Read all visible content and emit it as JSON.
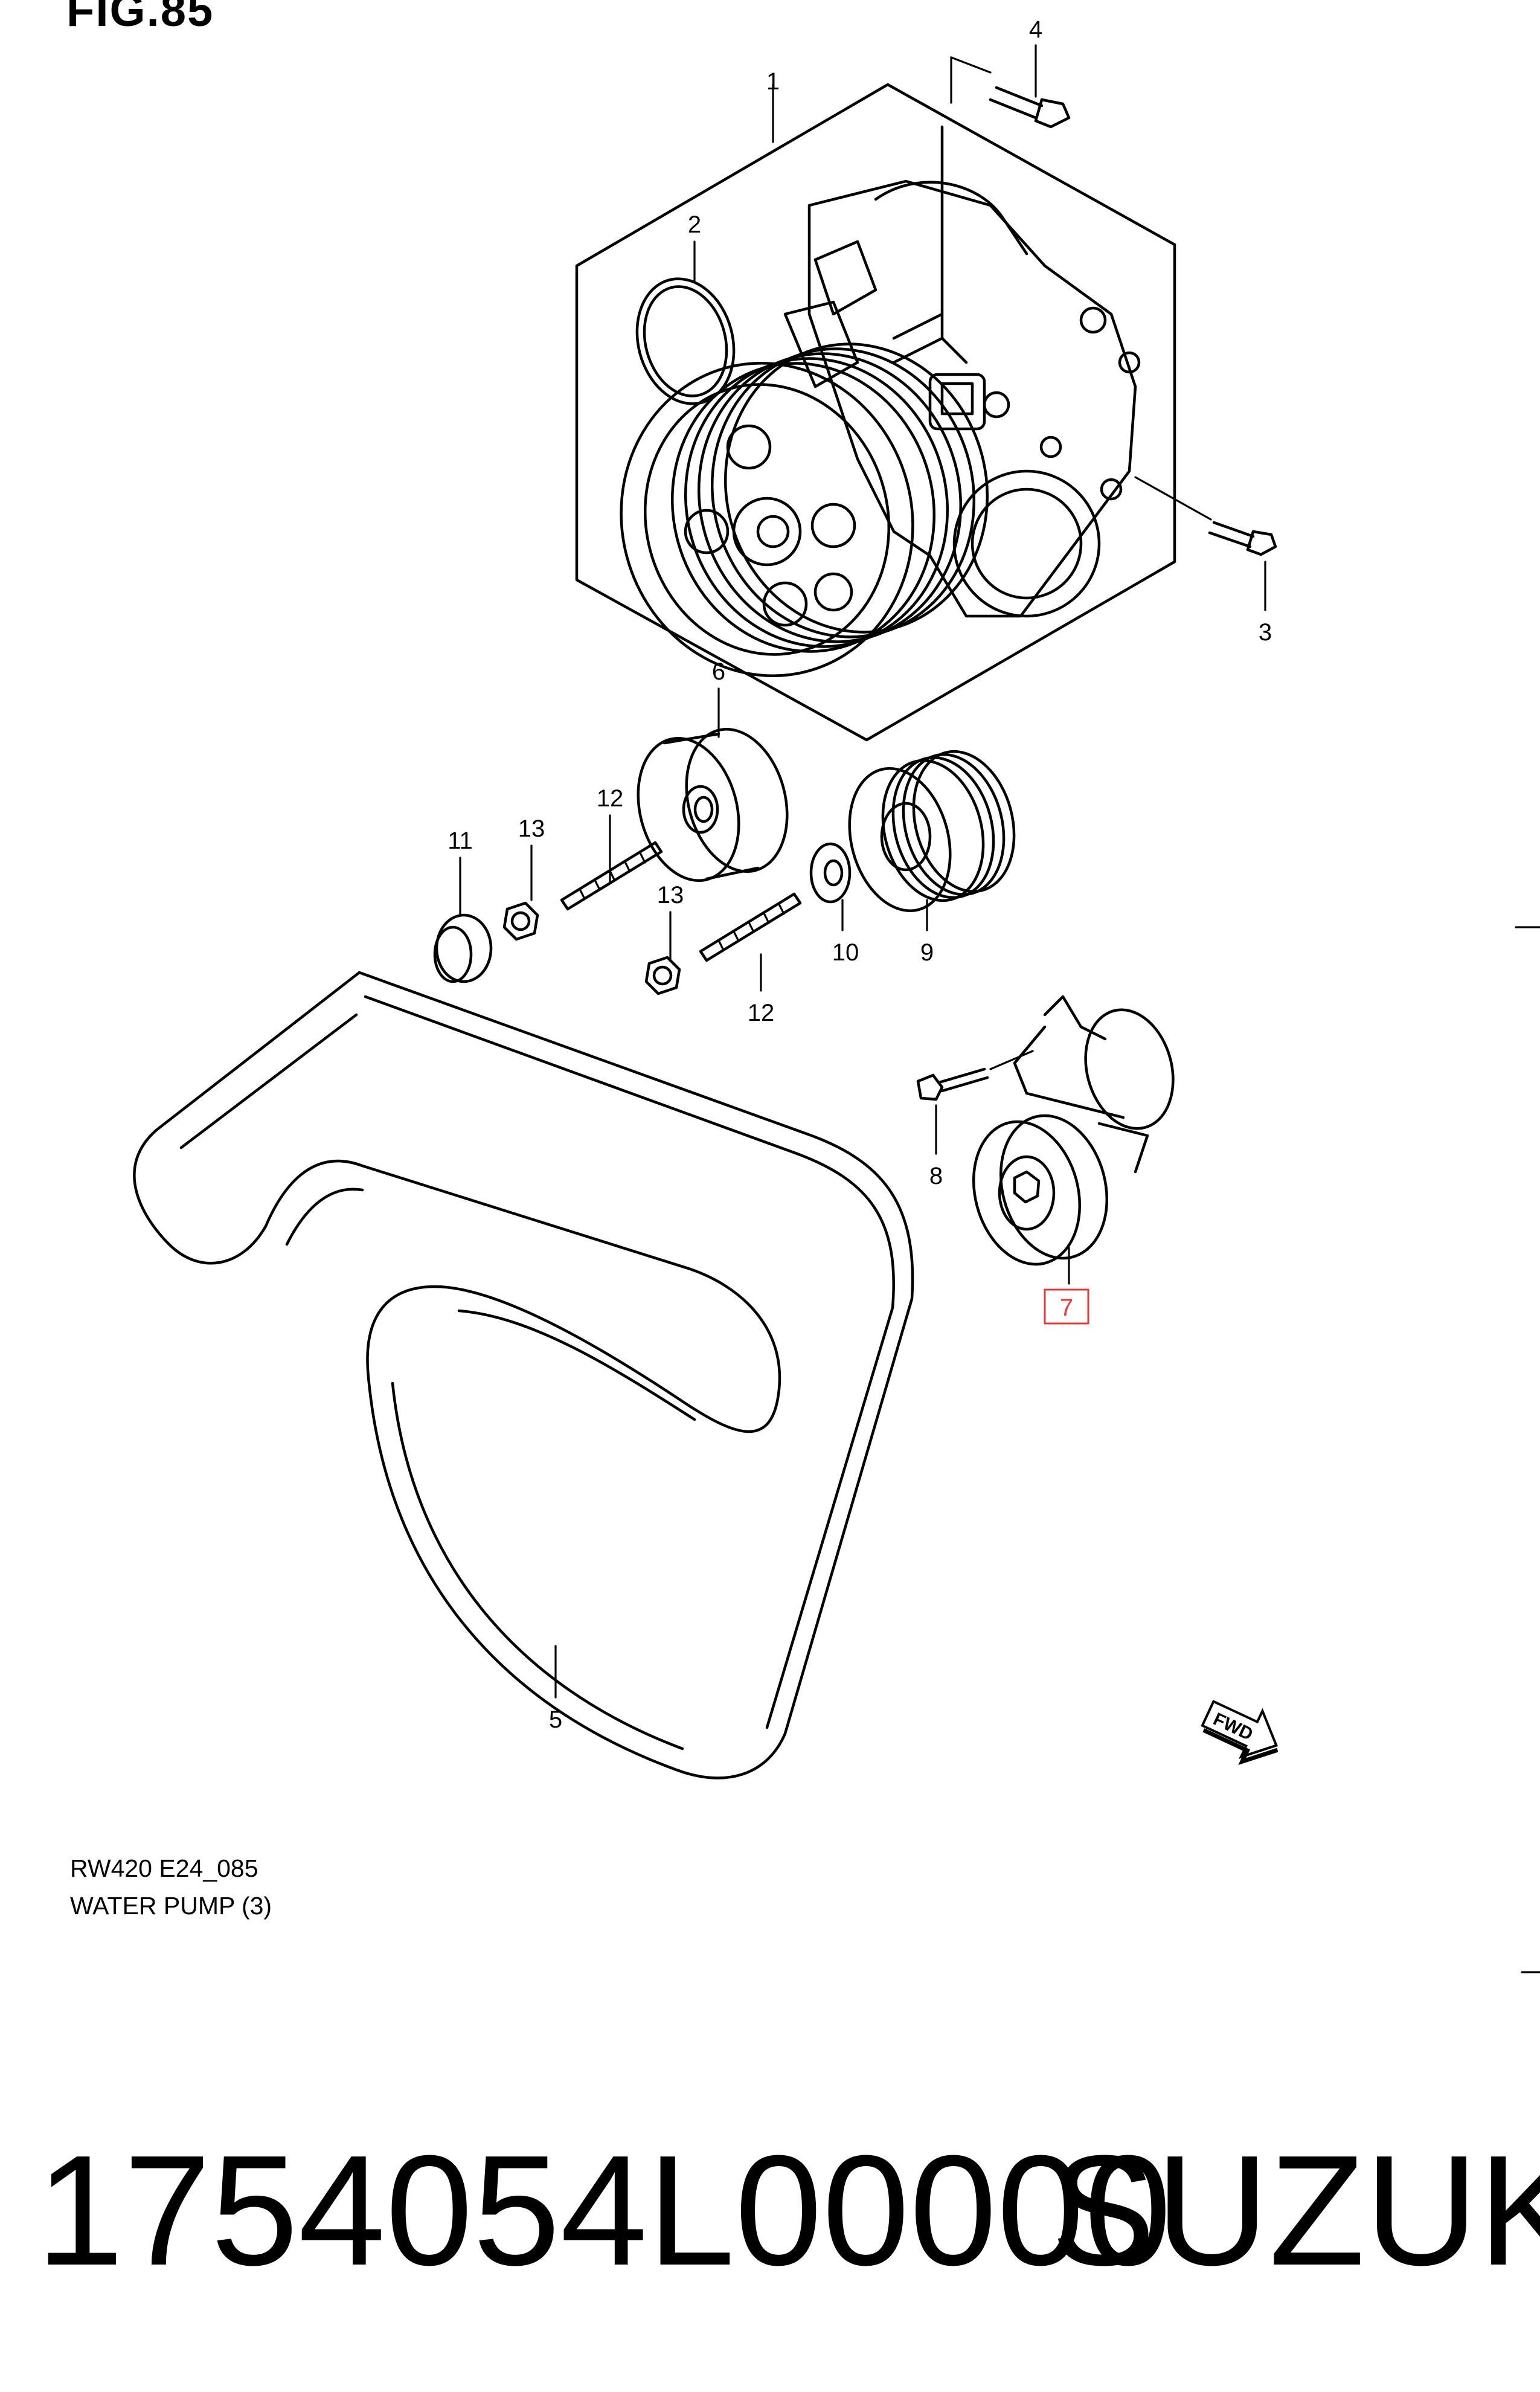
{
  "figure": {
    "title": "FIG.85"
  },
  "drawing": {
    "code": "RW420 E24_085",
    "name": "WATER PUMP (3)"
  },
  "callouts": [
    "1",
    "2",
    "3",
    "4",
    "5",
    "6",
    "7",
    "8",
    "9",
    "10",
    "11",
    "12",
    "12",
    "13",
    "13"
  ],
  "highlighted_callout": "7",
  "fwd_label": "FWD",
  "colors": {
    "line": "#000000",
    "highlight": "#e53935",
    "background": "#ffffff"
  },
  "part": {
    "number": "1754054L00000",
    "brand": "SUZUKI"
  }
}
